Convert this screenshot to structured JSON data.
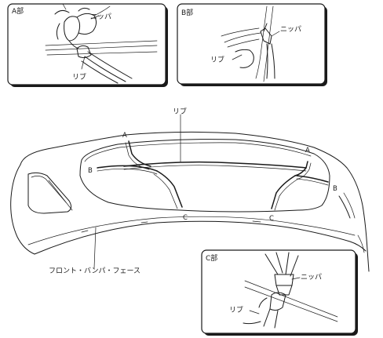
{
  "detail_a": {
    "title": "A部",
    "nippa": "ニッパ",
    "rib": "リブ"
  },
  "detail_b": {
    "title": "B部",
    "nippa": "ニッパ",
    "rib": "リブ"
  },
  "detail_c": {
    "title": "C部",
    "nippa": "ニッパ",
    "rib": "リブ"
  },
  "main": {
    "rib": "リブ",
    "point_a_left": "A",
    "point_a_right": "A",
    "point_b_left": "B",
    "point_b_right": "B",
    "point_c_left": "C",
    "point_c_right": "C",
    "part_name": "フロント・バンパ・フェース"
  }
}
